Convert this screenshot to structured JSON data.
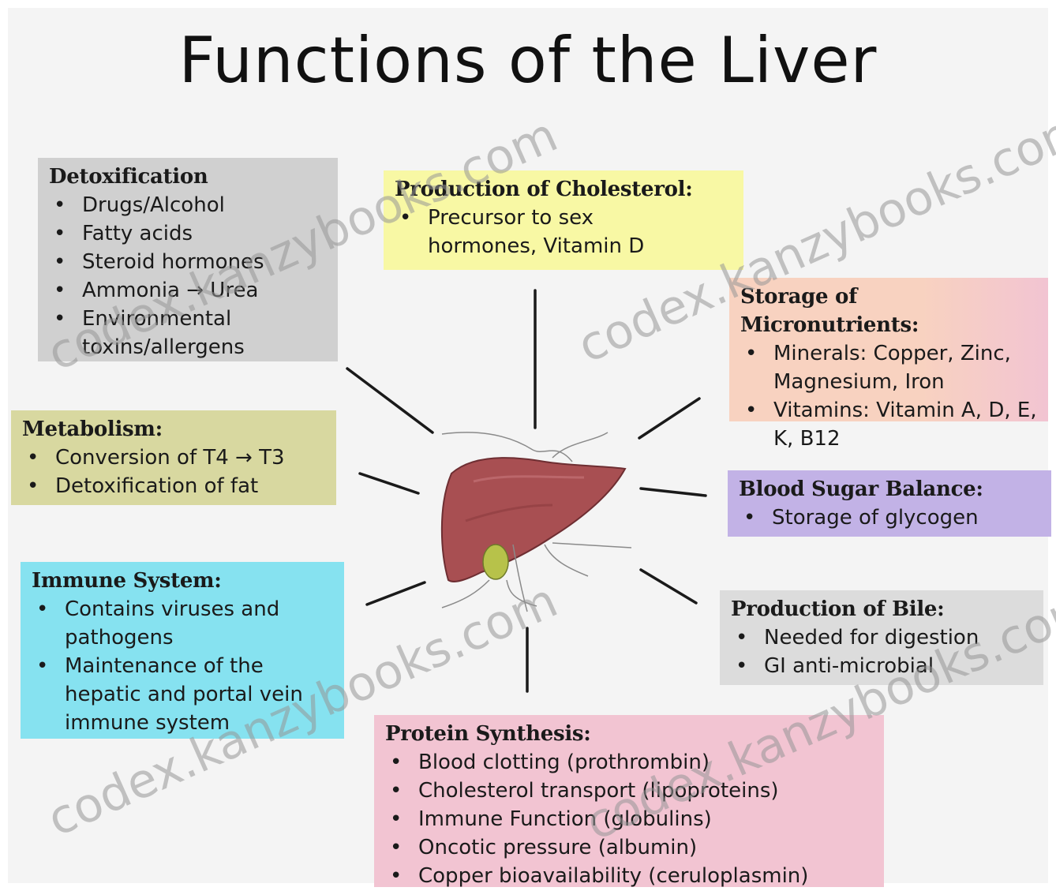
{
  "title": "Functions of the Liver",
  "boxes": {
    "detox": {
      "heading": "Detoxification",
      "items": [
        "Drugs/Alcohol",
        "Fatty acids",
        "Steroid hormones",
        "Ammonia → Urea",
        "Environmental toxins/allergens"
      ]
    },
    "cholesterol": {
      "heading": "Production of Cholesterol:",
      "items": [
        "Precursor to sex hormones, Vitamin D"
      ]
    },
    "micronutrients": {
      "heading": "Storage of Micronutrients:",
      "items": [
        "Minerals: Copper, Zinc, Magnesium, Iron",
        "Vitamins: Vitamin A, D, E, K, B12"
      ]
    },
    "metabolism": {
      "heading": "Metabolism:",
      "items": [
        "Conversion of T4 → T3",
        "Detoxification of fat"
      ]
    },
    "blood_sugar": {
      "heading": "Blood Sugar Balance:",
      "items": [
        "Storage of glycogen"
      ]
    },
    "immune": {
      "heading": "Immune System:",
      "items": [
        "Contains viruses and pathogens",
        "Maintenance of the hepatic and portal vein immune system"
      ]
    },
    "bile": {
      "heading": "Production of Bile:",
      "items": [
        "Needed for digestion",
        "GI anti-microbial"
      ]
    },
    "protein": {
      "heading": "Protein Synthesis:",
      "items": [
        "Blood clotting (prothrombin)",
        "Cholesterol transport (lipoproteins)",
        "Immune Function (globulins)",
        "Oncotic pressure (albumin)",
        "Copper bioavailability (ceruloplasmin)"
      ]
    }
  },
  "watermark": "codex.kanzybooks.com",
  "colors": {
    "gray": "#d0d0d0",
    "yellow": "#f8f8a4",
    "olive": "#d8d8a0",
    "cyan": "#86e2f0",
    "purple": "#c2b2e6",
    "pink": "#f2c4d2",
    "peach": "#f8d2c0",
    "liver": "#a84f52"
  }
}
